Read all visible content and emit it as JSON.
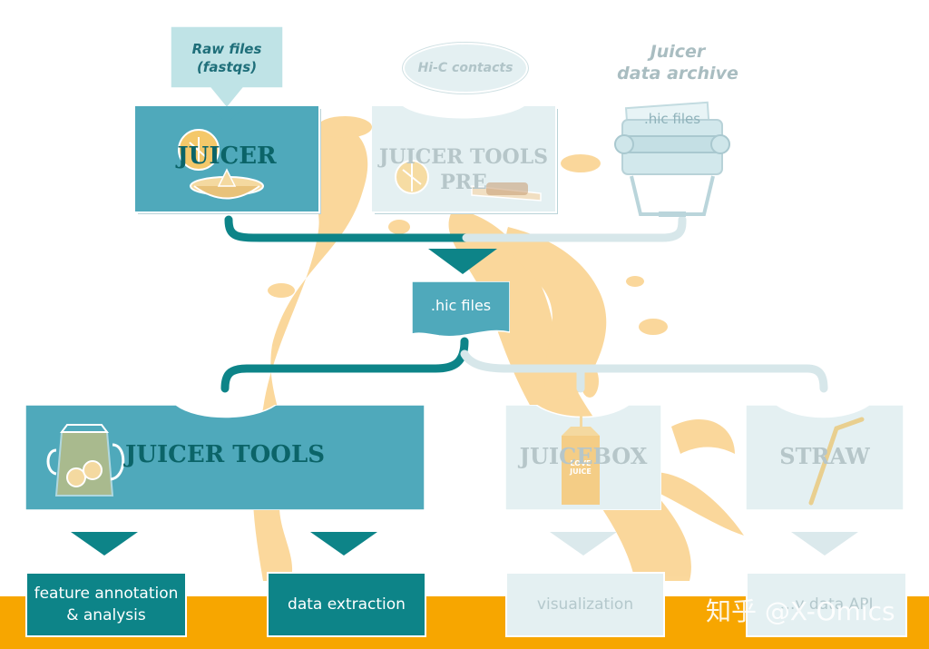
{
  "colors": {
    "teal_dark": "#0d8488",
    "teal_mid": "#4fa9bb",
    "teal_pale": "#e4f0f2",
    "teal_title": "#0a6f73",
    "orange_splash": "#f7b84a",
    "orange_bar": "#f7a600",
    "pale_text": "#b4c8cc"
  },
  "inputs": {
    "raw_files": "Raw files\n(fastqs)",
    "hic_contacts": "Hi-C contacts",
    "juicer_archive": "Juicer\ndata archive",
    "archive_hic_files": ".hic files"
  },
  "stage1": {
    "juicer": "JUICER",
    "juicer_tools_pre": "JUICER TOOLS\nPRE"
  },
  "middle": {
    "hic_files": ".hic files"
  },
  "stage2": {
    "juicer_tools": "JUICER TOOLS",
    "juicebox": "JUICEBOX",
    "juice_carton": "LOVE\nJUICE",
    "straw": "STRAW"
  },
  "outputs": {
    "feature_annotation": "feature annotation\n& analysis",
    "data_extraction": "data extraction",
    "visualization": "visualization",
    "api": "…y data API"
  },
  "watermark": "知乎 @X-Omics",
  "icons": [
    "lemon-juicer-icon",
    "lemon-knife-icon",
    "rolodex-icon",
    "pitcher-icon",
    "juice-carton-icon",
    "straw-icon"
  ]
}
